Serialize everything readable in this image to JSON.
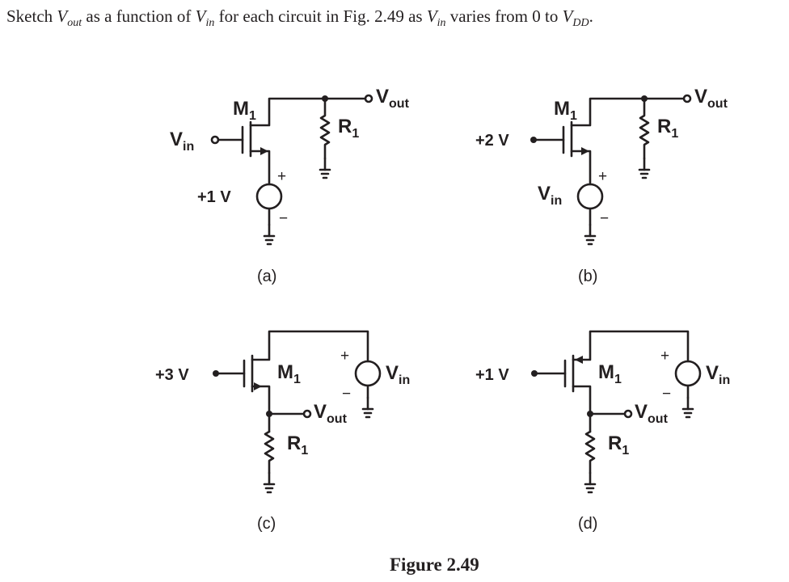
{
  "question": {
    "pre": "Sketch ",
    "v1": "V",
    "v1_sub": "out",
    "mid1": " as a function of ",
    "v2": "V",
    "v2_sub": "in",
    "mid2": " for each circuit in Fig. 2.49 as ",
    "v3": "V",
    "v3_sub": "in",
    "mid3": " varies from 0 to ",
    "v4": "V",
    "v4_sub": "DD",
    "end": "."
  },
  "figure_caption": "Figure 2.49",
  "circuits": {
    "a": {
      "caption": "(a)",
      "transistor": "M",
      "transistor_sub": "1",
      "resistor": "R",
      "resistor_sub": "1",
      "output": "V",
      "output_sub": "out",
      "input": "V",
      "input_sub": "in",
      "source_value": "+1 V",
      "plus": "+",
      "minus": "−"
    },
    "b": {
      "caption": "(b)",
      "transistor": "M",
      "transistor_sub": "1",
      "resistor": "R",
      "resistor_sub": "1",
      "output": "V",
      "output_sub": "out",
      "gate_bias": "+2 V",
      "source": "V",
      "source_sub": "in",
      "plus": "+",
      "minus": "−"
    },
    "c": {
      "caption": "(c)",
      "transistor": "M",
      "transistor_sub": "1",
      "resistor": "R",
      "resistor_sub": "1",
      "output": "V",
      "output_sub": "out",
      "gate_bias": "+3 V",
      "source": "V",
      "source_sub": "in",
      "plus": "+",
      "minus": "−"
    },
    "d": {
      "caption": "(d)",
      "transistor": "M",
      "transistor_sub": "1",
      "resistor": "R",
      "resistor_sub": "1",
      "output": "V",
      "output_sub": "out",
      "gate_bias": "+1 V",
      "source": "V",
      "source_sub": "in",
      "plus": "+",
      "minus": "−"
    }
  }
}
